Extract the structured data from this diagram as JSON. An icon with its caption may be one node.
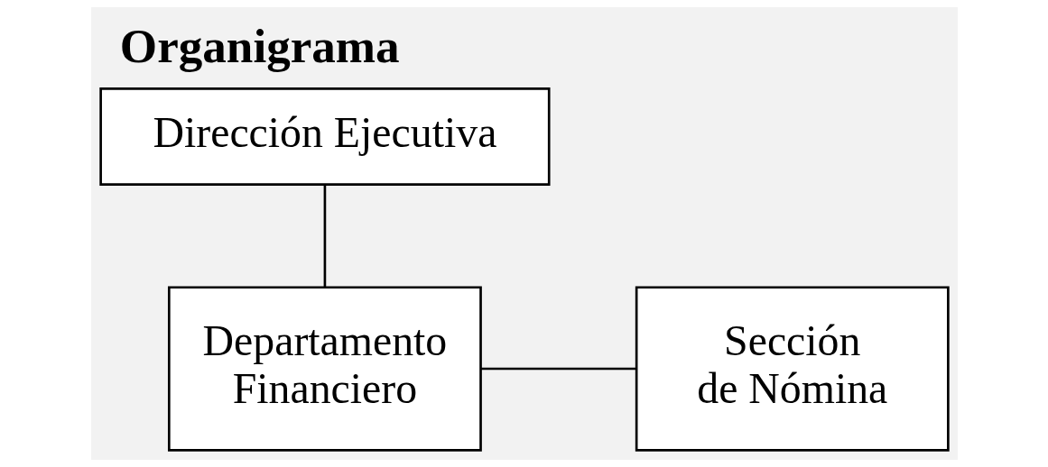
{
  "diagram": {
    "title": "Organigrama",
    "nodes": [
      {
        "text": [
          "Dirección Ejecutiva"
        ]
      },
      {
        "text": [
          "Departamento Financiero"
        ]
      },
      {
        "text": [
          "Sección de Nómina"
        ]
      }
    ],
    "edges": [
      {
        "from": 0,
        "to": 1,
        "arrow": "none"
      },
      {
        "from": 1,
        "to": 2,
        "arrow": "none"
      }
    ]
  }
}
